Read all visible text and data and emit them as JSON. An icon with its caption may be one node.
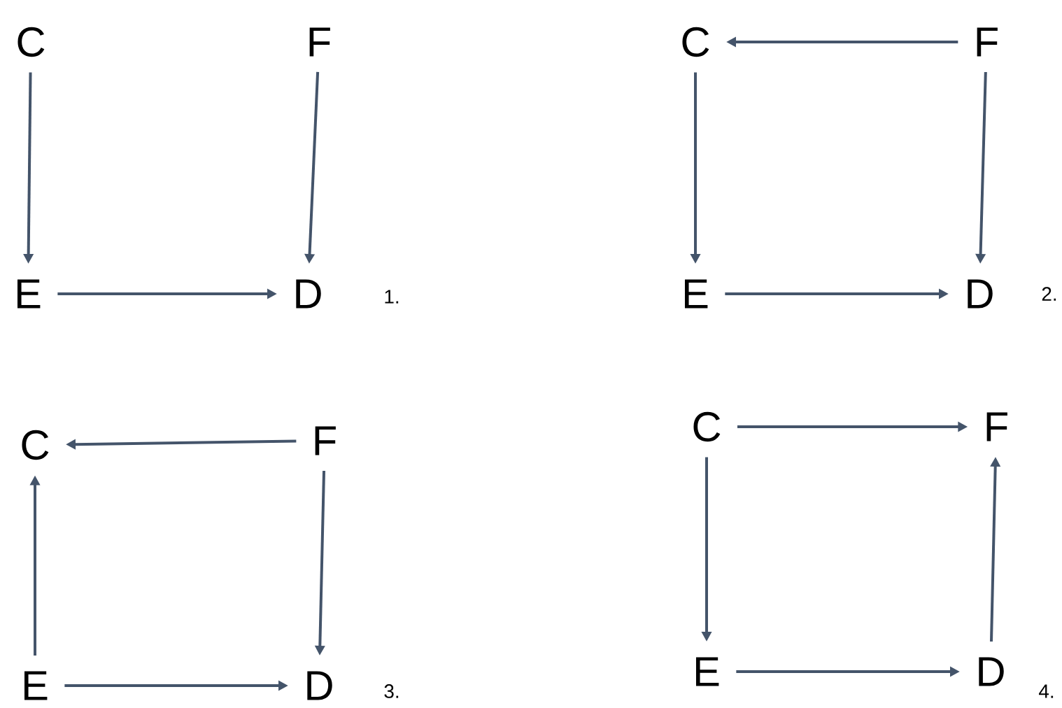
{
  "diagram": {
    "nodes": [
      {
        "text": [
          "C"
        ]
      },
      {
        "text": [
          "F"
        ]
      },
      {
        "text": [
          "E"
        ]
      },
      {
        "text": [
          "D"
        ]
      },
      {
        "text": [
          "C"
        ]
      },
      {
        "text": [
          "F"
        ]
      },
      {
        "text": [
          "E"
        ]
      },
      {
        "text": [
          "D"
        ]
      },
      {
        "text": [
          "C"
        ]
      },
      {
        "text": [
          "F"
        ]
      },
      {
        "text": [
          "E"
        ]
      },
      {
        "text": [
          "D"
        ]
      },
      {
        "text": [
          "C"
        ]
      },
      {
        "text": [
          "F"
        ]
      },
      {
        "text": [
          "E"
        ]
      },
      {
        "text": [
          "D"
        ]
      }
    ],
    "edges": [
      {
        "from": 0,
        "to": 2,
        "arrow": "to"
      },
      {
        "from": 1,
        "to": 3,
        "arrow": "to"
      },
      {
        "from": 2,
        "to": 3,
        "arrow": "to"
      },
      {
        "from": 5,
        "to": 4,
        "arrow": "to"
      },
      {
        "from": 4,
        "to": 6,
        "arrow": "to"
      },
      {
        "from": 5,
        "to": 7,
        "arrow": "to"
      },
      {
        "from": 6,
        "to": 7,
        "arrow": "to"
      },
      {
        "from": 9,
        "to": 8,
        "arrow": "to"
      },
      {
        "from": 10,
        "to": 8,
        "arrow": "to"
      },
      {
        "from": 9,
        "to": 11,
        "arrow": "to"
      },
      {
        "from": 10,
        "to": 11,
        "arrow": "to"
      },
      {
        "from": 12,
        "to": 13,
        "arrow": "to"
      },
      {
        "from": 12,
        "to": 14,
        "arrow": "to"
      },
      {
        "from": 15,
        "to": 13,
        "arrow": "to"
      },
      {
        "from": 14,
        "to": 15,
        "arrow": "to"
      }
    ],
    "labels": [
      "1.",
      "2.",
      "3.",
      "4."
    ]
  }
}
